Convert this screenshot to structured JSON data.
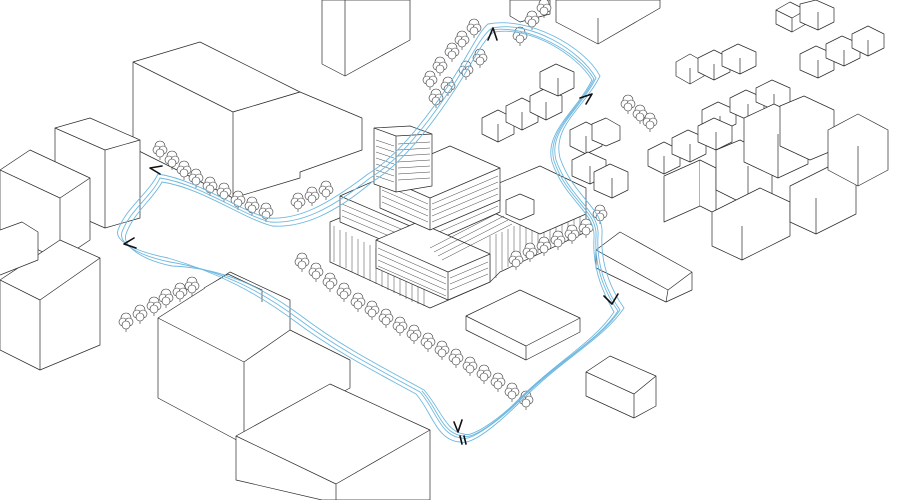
{
  "diagram": {
    "kind": "isometric-site-axonometric",
    "colors": {
      "background": "#ffffff",
      "linework": "#2b2b2b",
      "route": "#6fb8df",
      "marker": "#111111"
    },
    "route_markers": [
      {
        "name": "route-marker-north",
        "glyph": "chevron"
      },
      {
        "name": "route-marker-northeast",
        "glyph": "chevron"
      },
      {
        "name": "route-marker-east",
        "glyph": "chevron"
      },
      {
        "name": "route-marker-south",
        "glyph": "chevron"
      },
      {
        "name": "route-marker-west",
        "glyph": "chevron"
      },
      {
        "name": "route-marker-northwest",
        "glyph": "chevron"
      }
    ]
  }
}
